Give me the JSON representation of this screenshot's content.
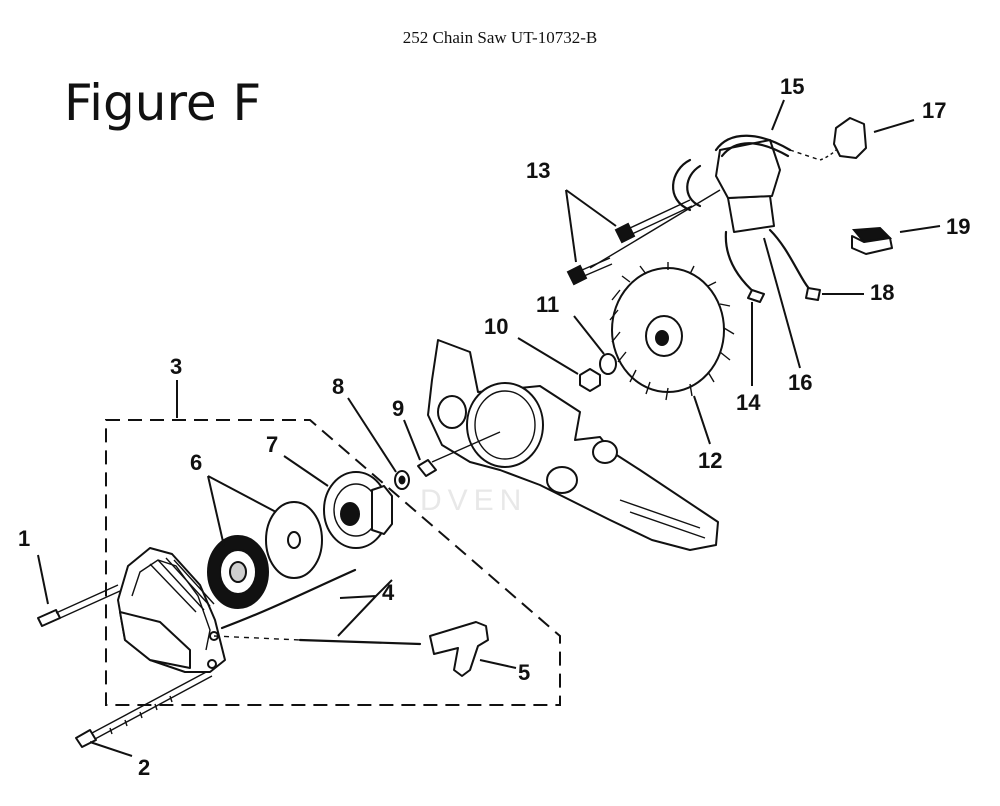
{
  "header": {
    "title": "252 Chain Saw UT-10732-B"
  },
  "figure": {
    "label": "Figure F"
  },
  "watermark": "DVEN",
  "callouts": {
    "c1": "1",
    "c2": "2",
    "c3": "3",
    "c4": "4",
    "c5": "5",
    "c6": "6",
    "c7": "7",
    "c8": "8",
    "c9": "9",
    "c10": "10",
    "c11": "11",
    "c12": "12",
    "c13": "13",
    "c14": "14",
    "c15": "15",
    "c16": "16",
    "c17": "17",
    "c18": "18",
    "c19": "19"
  }
}
